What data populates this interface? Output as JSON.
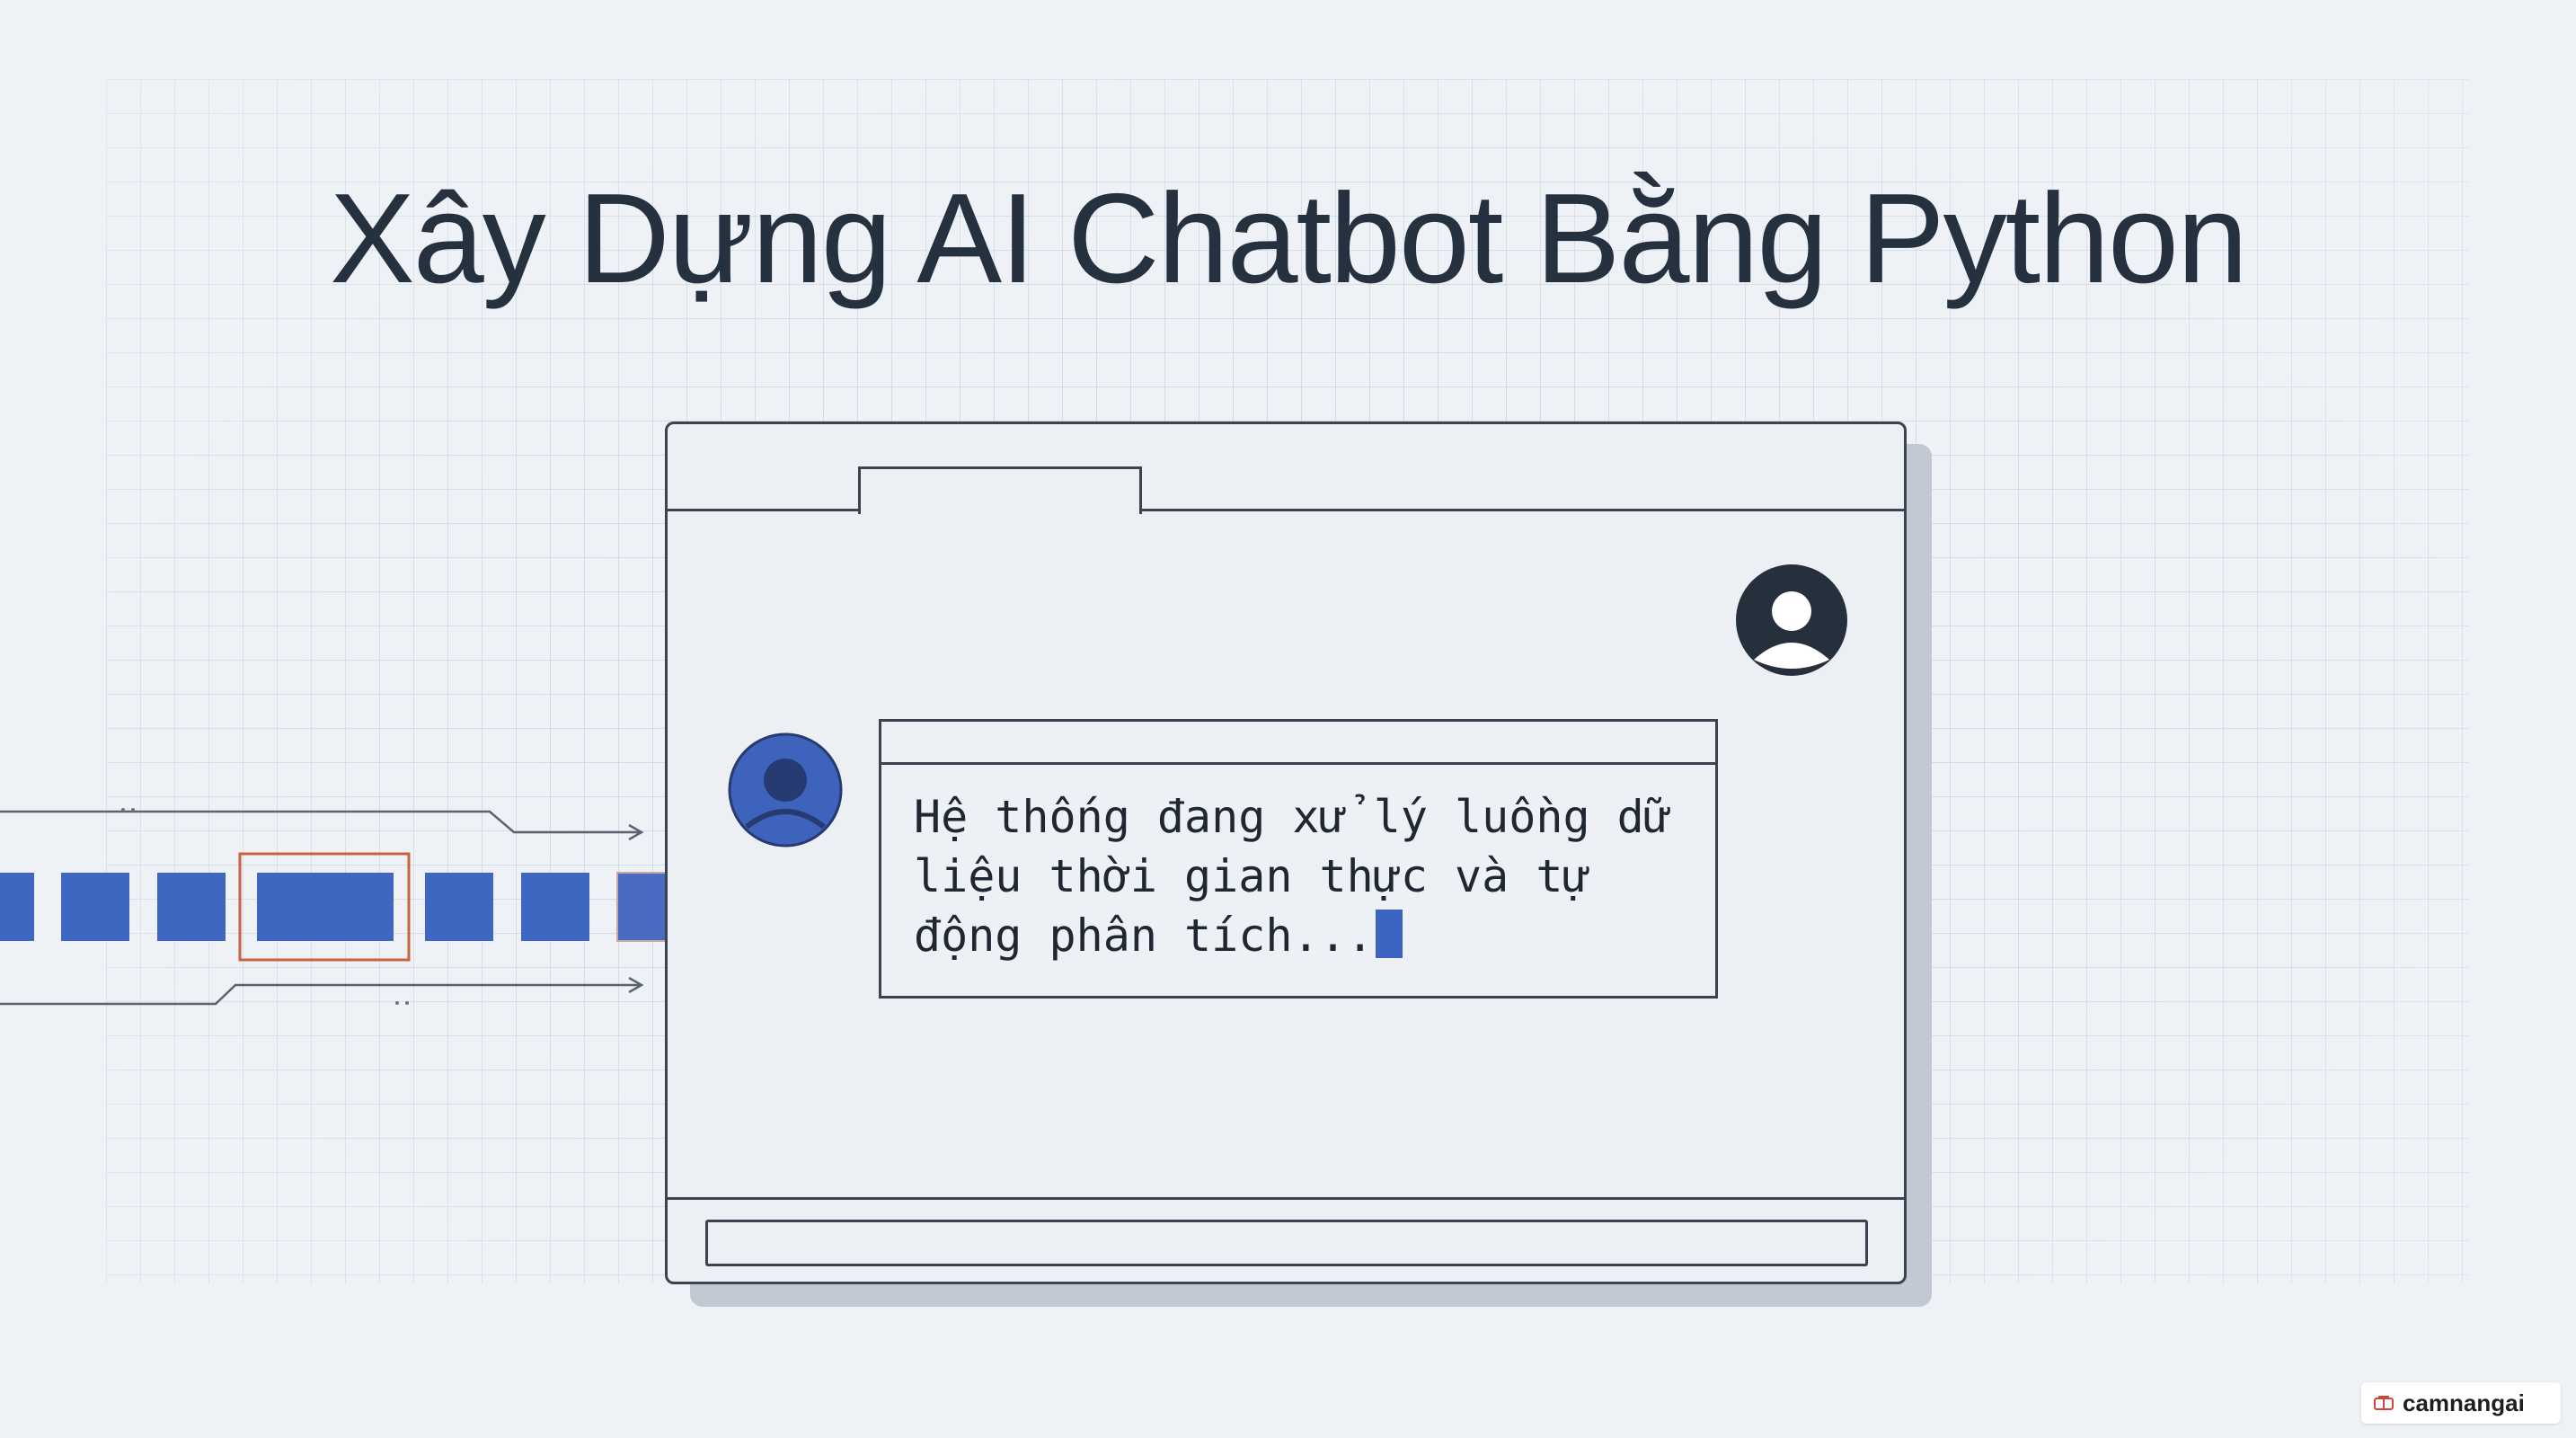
{
  "page": {
    "title": "Xây Dựng AI Chatbot Bằng Python"
  },
  "chat_window": {
    "user_avatar_icon": "user-avatar-icon",
    "bot_avatar_icon": "bot-avatar-icon",
    "message": {
      "text": "Hệ thống đang xử lý luồng dữ liệu thời gian thực và tự động phân tích..."
    },
    "input_placeholder": ""
  },
  "data_stream": {
    "block_color": "#3f66c0",
    "highlight_color": "#c9613e"
  },
  "watermark": {
    "icon": "logo-icon",
    "text": "camnangai"
  },
  "colors": {
    "background": "#eef1f6",
    "title": "#263140",
    "accent_blue": "#3c63c2",
    "outline": "#3b4350"
  }
}
